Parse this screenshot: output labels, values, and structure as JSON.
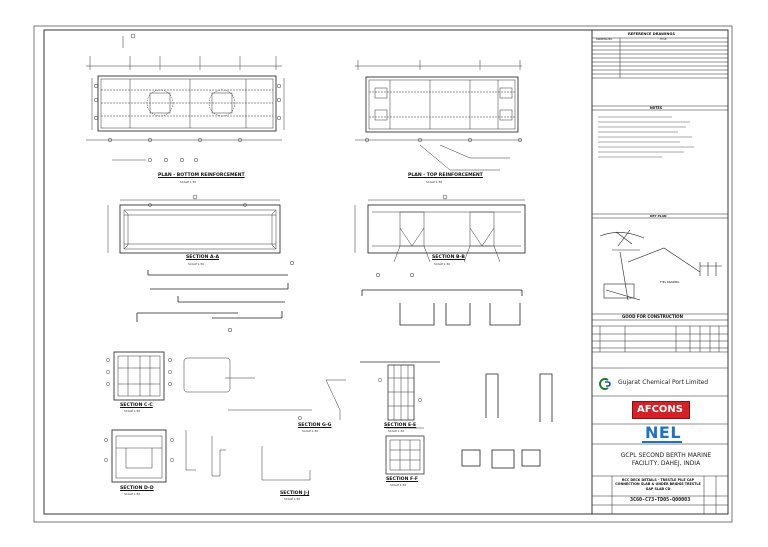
{
  "drawing": {
    "views": {
      "plan_bottom": "PLAN - BOTTOM REINFORCEMENT",
      "plan_top": "PLAN - TOP REINFORCEMENT",
      "section_aa": "SECTION A-A",
      "section_bb": "SECTION B-B",
      "section_cc": "SECTION C-C",
      "section_dd": "SECTION D-D",
      "section_ee": "SECTION E-E",
      "section_ff": "SECTION F-F",
      "section_gg": "SECTION G-G",
      "section_jj": "SECTION J-J",
      "scale": "SCALE 1:50"
    }
  },
  "title_block": {
    "reference_heading": "REFERENCE DRAWINGS",
    "reference_cols": [
      "DRAWING NO.",
      "TITLE"
    ],
    "notes_heading": "NOTES",
    "key_plan_heading": "KEY PLAN",
    "key_plan_label": "THIS DRAWING",
    "status": "GOOD FOR CONSTRUCTION",
    "client_name": "Gujarat Chemical Port Limited",
    "contractor_name": "AFCONS",
    "consultant_name": "NEL",
    "project_title": "GCPL SECOND BERTH MARINE FACILITY, DAHEJ, INDIA",
    "drawing_title": "RCC DECK DETAILS - TRESTLE PILE CAP CONNECTION SLAB & UNDER BRIDGE TRESTLE GAP SLAB CD",
    "drawing_number": "3C60-C73-TD05-Q00003"
  }
}
